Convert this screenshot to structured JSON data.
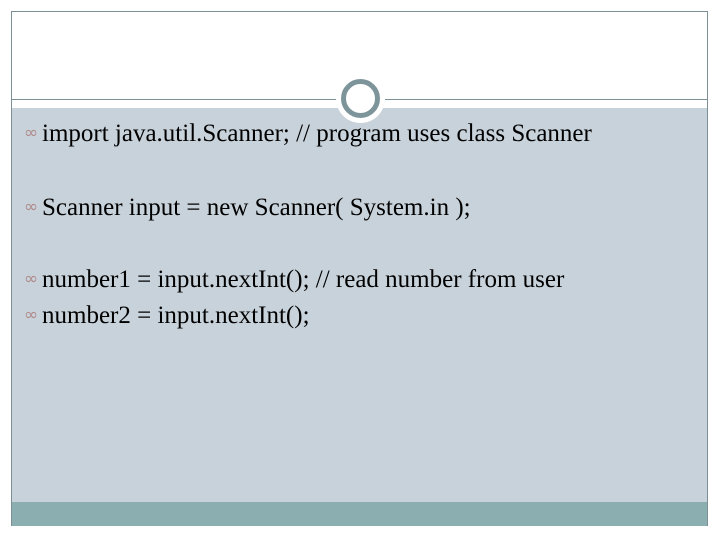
{
  "slide": {
    "title": "",
    "bullet_symbol": "∞",
    "theme": {
      "frame_border": "#7d8e94",
      "header_background": "#ffffff",
      "body_background": "#c8d2da",
      "footer_accent": "#8bafb0",
      "ring_color": "#7d949a",
      "bullet_color": "#b08a8a",
      "text_color": "#000000"
    },
    "bullets": [
      {
        "text": "import java.util.Scanner; // program uses class Scanner"
      },
      {
        "text": "Scanner input = new Scanner( System.in );"
      },
      {
        "text": "number1 = input.nextInt(); // read number from user"
      },
      {
        "text": "number2 = input.nextInt();"
      }
    ]
  }
}
